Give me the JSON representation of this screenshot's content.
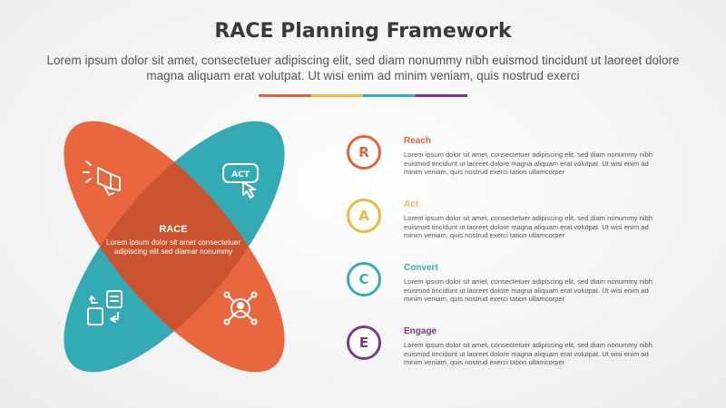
{
  "header": {
    "title": "RACE Planning Framework",
    "subtitle": "Lorem ipsum dolor sit amet, consectetuer adipiscing elit, sed diam nonummy nibh euismod tincidunt ut laoreet dolore magna aliquam erat volutpat. Ut wisi enim ad minim veniam, quis nostrud exerci"
  },
  "colors": {
    "reach": "#e0623a",
    "act": "#f0b840",
    "convert": "#3aabb5",
    "engage": "#7c3a84",
    "petal_orange": "#e8673f",
    "petal_teal": "#34aab5",
    "overlap": "#c9542f"
  },
  "center": {
    "title": "RACE",
    "body": "Lorem ipsum dolor sit amet consectetuer adipiscing elit sed diamar nonummy"
  },
  "icons": [
    "megaphone-icon",
    "act-click-icon",
    "documents-exchange-icon",
    "user-network-icon"
  ],
  "steps": [
    {
      "letter": "R",
      "title": "Reach",
      "desc": "Lorem ipsum dolor sit amet, consectetuer adipiscing elit, sed diam nonummy nibh euismod tincidunt ut laoreet dolore magna aliquam erat volutpat. Ut wisi enim ad minim veniam, quis nostrud exerci tation ullamcorper"
    },
    {
      "letter": "A",
      "title": "Act",
      "desc": "Lorem ipsum dolor sit amet, consectetuer adipiscing elit, sed diam nonummy nibh euismod tincidunt ut laoreet dolore magna aliquam erat volutpat. Ut wisi enim ad minim veniam, quis nostrud exerci tation ullamcorper"
    },
    {
      "letter": "C",
      "title": "Convert",
      "desc": "Lorem ipsum dolor sit amet, consectetuer adipiscing elit, sed diam nonummy nibh euismod tincidunt ut laoreet dolore magna aliquam erat volutpat. Ut wisi enim ad minim veniam, quis nostrud exerci tation ullamcorper"
    },
    {
      "letter": "E",
      "title": "Engage",
      "desc": "Lorem ipsum dolor sit amet, consectetuer adipiscing elit, sed diam nonummy nibh euismod tincidunt ut laoreet dolore magna aliquam erat volutpat. Ut wisi enim ad minim veniam, quis nostrud exerci tation ullamcorper"
    }
  ]
}
